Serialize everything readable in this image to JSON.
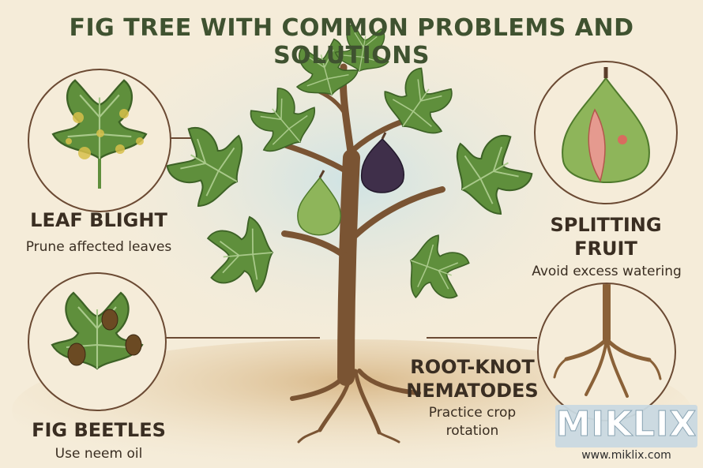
{
  "title": "FIG TREE WITH COMMON PROBLEMS AND SOLUTIONS",
  "problems": [
    {
      "name": "LEAF BLIGHT",
      "solution": "Prune affected leaves"
    },
    {
      "name": "FIG BEETLES",
      "solution": "Use neem oil"
    },
    {
      "name_line1": "SPLITTING",
      "name_line2": "FRUIT",
      "solution": "Avoid excess watering"
    },
    {
      "name_line1": "ROOT-KNOT",
      "name_line2": "NEMATODES",
      "solution_line1": "Practice crop",
      "solution_line2": "rotation"
    }
  ],
  "watermark": {
    "brand": "MIKLIX",
    "url": "www.miklix.com"
  },
  "colors": {
    "title": "#3f5230",
    "leaf": "#5f8f3c",
    "trunk": "#7a5433",
    "background": "#f5ecd9"
  }
}
